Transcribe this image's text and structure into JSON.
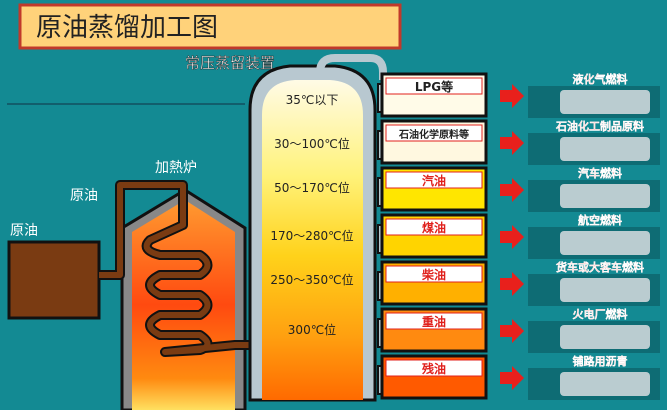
{
  "title": "原油蒸馏加工图",
  "column_label": "常压蒸留装置",
  "furnace_label": "加熱炉",
  "crude_labels": [
    "原油",
    "原油"
  ],
  "temperatures": [
    "35℃以下",
    "30～100℃位",
    "50～170℃位",
    "170～280℃位",
    "250～350℃位",
    "300℃位"
  ],
  "products": [
    {
      "name": "LPG等",
      "use": "液化气燃料",
      "fill": "#fffbe8",
      "text_color": "#222222"
    },
    {
      "name": "石油化学原料等",
      "use": "石油化工制品原料",
      "fill": "#fff8e0",
      "text_color": "#222222"
    },
    {
      "name": "汽油",
      "use": "汽车燃料",
      "fill": "#ffe600",
      "text_color": "#e0201c"
    },
    {
      "name": "煤油",
      "use": "航空燃料",
      "fill": "#ffd400",
      "text_color": "#e0201c"
    },
    {
      "name": "柴油",
      "use": "货车或大客车燃料",
      "fill": "#ffb000",
      "text_color": "#e0201c"
    },
    {
      "name": "重油",
      "use": "火电厂燃料",
      "fill": "#ff8a10",
      "text_color": "#e0201c"
    },
    {
      "name": "残油",
      "use": "铺路用沥青",
      "fill": "#ff5a00",
      "text_color": "#e0201c"
    }
  ],
  "colors": {
    "background": "#138a93",
    "title_bar": "#ffd27a",
    "pipe": "#7a3b12",
    "arrow": "#e8201c"
  }
}
